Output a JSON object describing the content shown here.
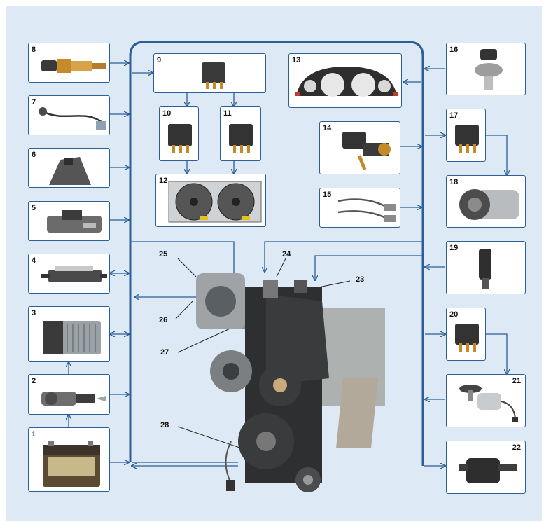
{
  "components": [
    {
      "id": "1",
      "label": "1"
    },
    {
      "id": "2",
      "label": "2"
    },
    {
      "id": "3",
      "label": "3"
    },
    {
      "id": "4",
      "label": "4"
    },
    {
      "id": "5",
      "label": "5"
    },
    {
      "id": "6",
      "label": "6"
    },
    {
      "id": "7",
      "label": "7"
    },
    {
      "id": "8",
      "label": "8"
    },
    {
      "id": "9",
      "label": "9"
    },
    {
      "id": "10",
      "label": "10"
    },
    {
      "id": "11",
      "label": "11"
    },
    {
      "id": "12",
      "label": "12"
    },
    {
      "id": "13",
      "label": "13"
    },
    {
      "id": "14",
      "label": "14"
    },
    {
      "id": "15",
      "label": "15"
    },
    {
      "id": "16",
      "label": "16"
    },
    {
      "id": "17",
      "label": "17"
    },
    {
      "id": "18",
      "label": "18"
    },
    {
      "id": "19",
      "label": "19"
    },
    {
      "id": "20",
      "label": "20"
    },
    {
      "id": "21",
      "label": "21"
    },
    {
      "id": "22",
      "label": "22"
    }
  ],
  "callouts": {
    "c23": "23",
    "c24": "24",
    "c25": "25",
    "c26": "26",
    "c27": "27",
    "c28": "28"
  },
  "colors": {
    "background": "#dde9f4",
    "bus": "#2b5f97",
    "arrow": "#2b5f97",
    "box_border": "#2b5f97"
  }
}
